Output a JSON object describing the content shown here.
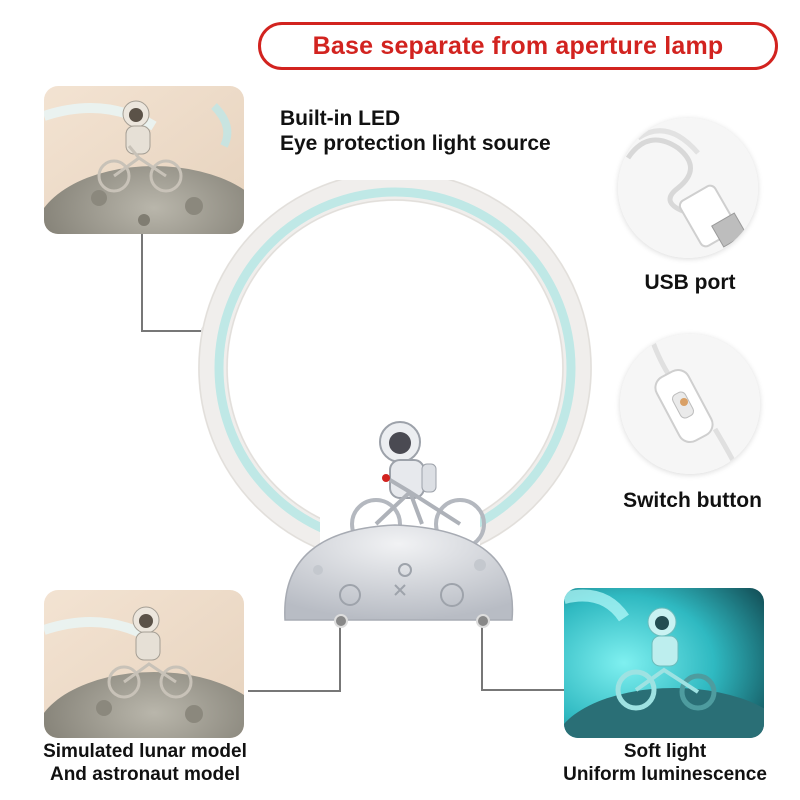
{
  "banner": {
    "title": "Base separate from aperture lamp"
  },
  "features": {
    "led": {
      "line1": "Built-in LED",
      "line2": "Eye protection light source"
    },
    "usb": {
      "label": "USB port"
    },
    "switch": {
      "label": "Switch button"
    },
    "lunar": {
      "line1": "Simulated lunar model",
      "line2": "And astronaut model"
    },
    "soft": {
      "line1": "Soft light",
      "line2": "Uniform luminescence"
    }
  },
  "colors": {
    "accent": "#d2231f",
    "ring_glow": "#bfe8e6",
    "teal_glow": "#3fd0d0"
  }
}
